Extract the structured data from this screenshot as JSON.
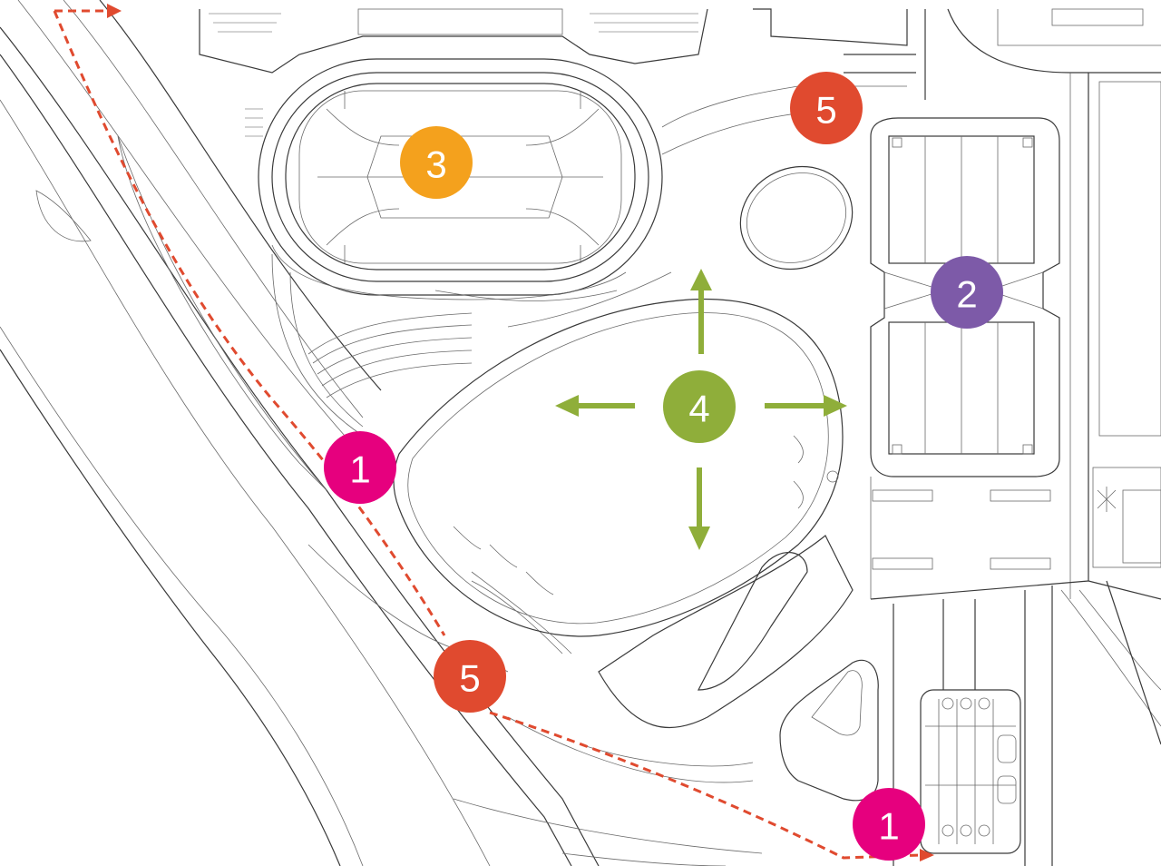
{
  "markers": [
    {
      "id": "entrance-west",
      "label": "1",
      "color": "#e6007e"
    },
    {
      "id": "entrance-southeast",
      "label": "1",
      "color": "#e6007e"
    },
    {
      "id": "plaza-hall",
      "label": "2",
      "color": "#7d5aa8"
    },
    {
      "id": "stadium",
      "label": "3",
      "color": "#f4a11d"
    },
    {
      "id": "central-park",
      "label": "4",
      "color": "#8fae3a"
    },
    {
      "id": "route-south",
      "label": "5",
      "color": "#e04a2f"
    },
    {
      "id": "route-north",
      "label": "5",
      "color": "#e04a2f"
    }
  ],
  "route_color": "#e04a2f",
  "arrow_color": "#8fae3a"
}
